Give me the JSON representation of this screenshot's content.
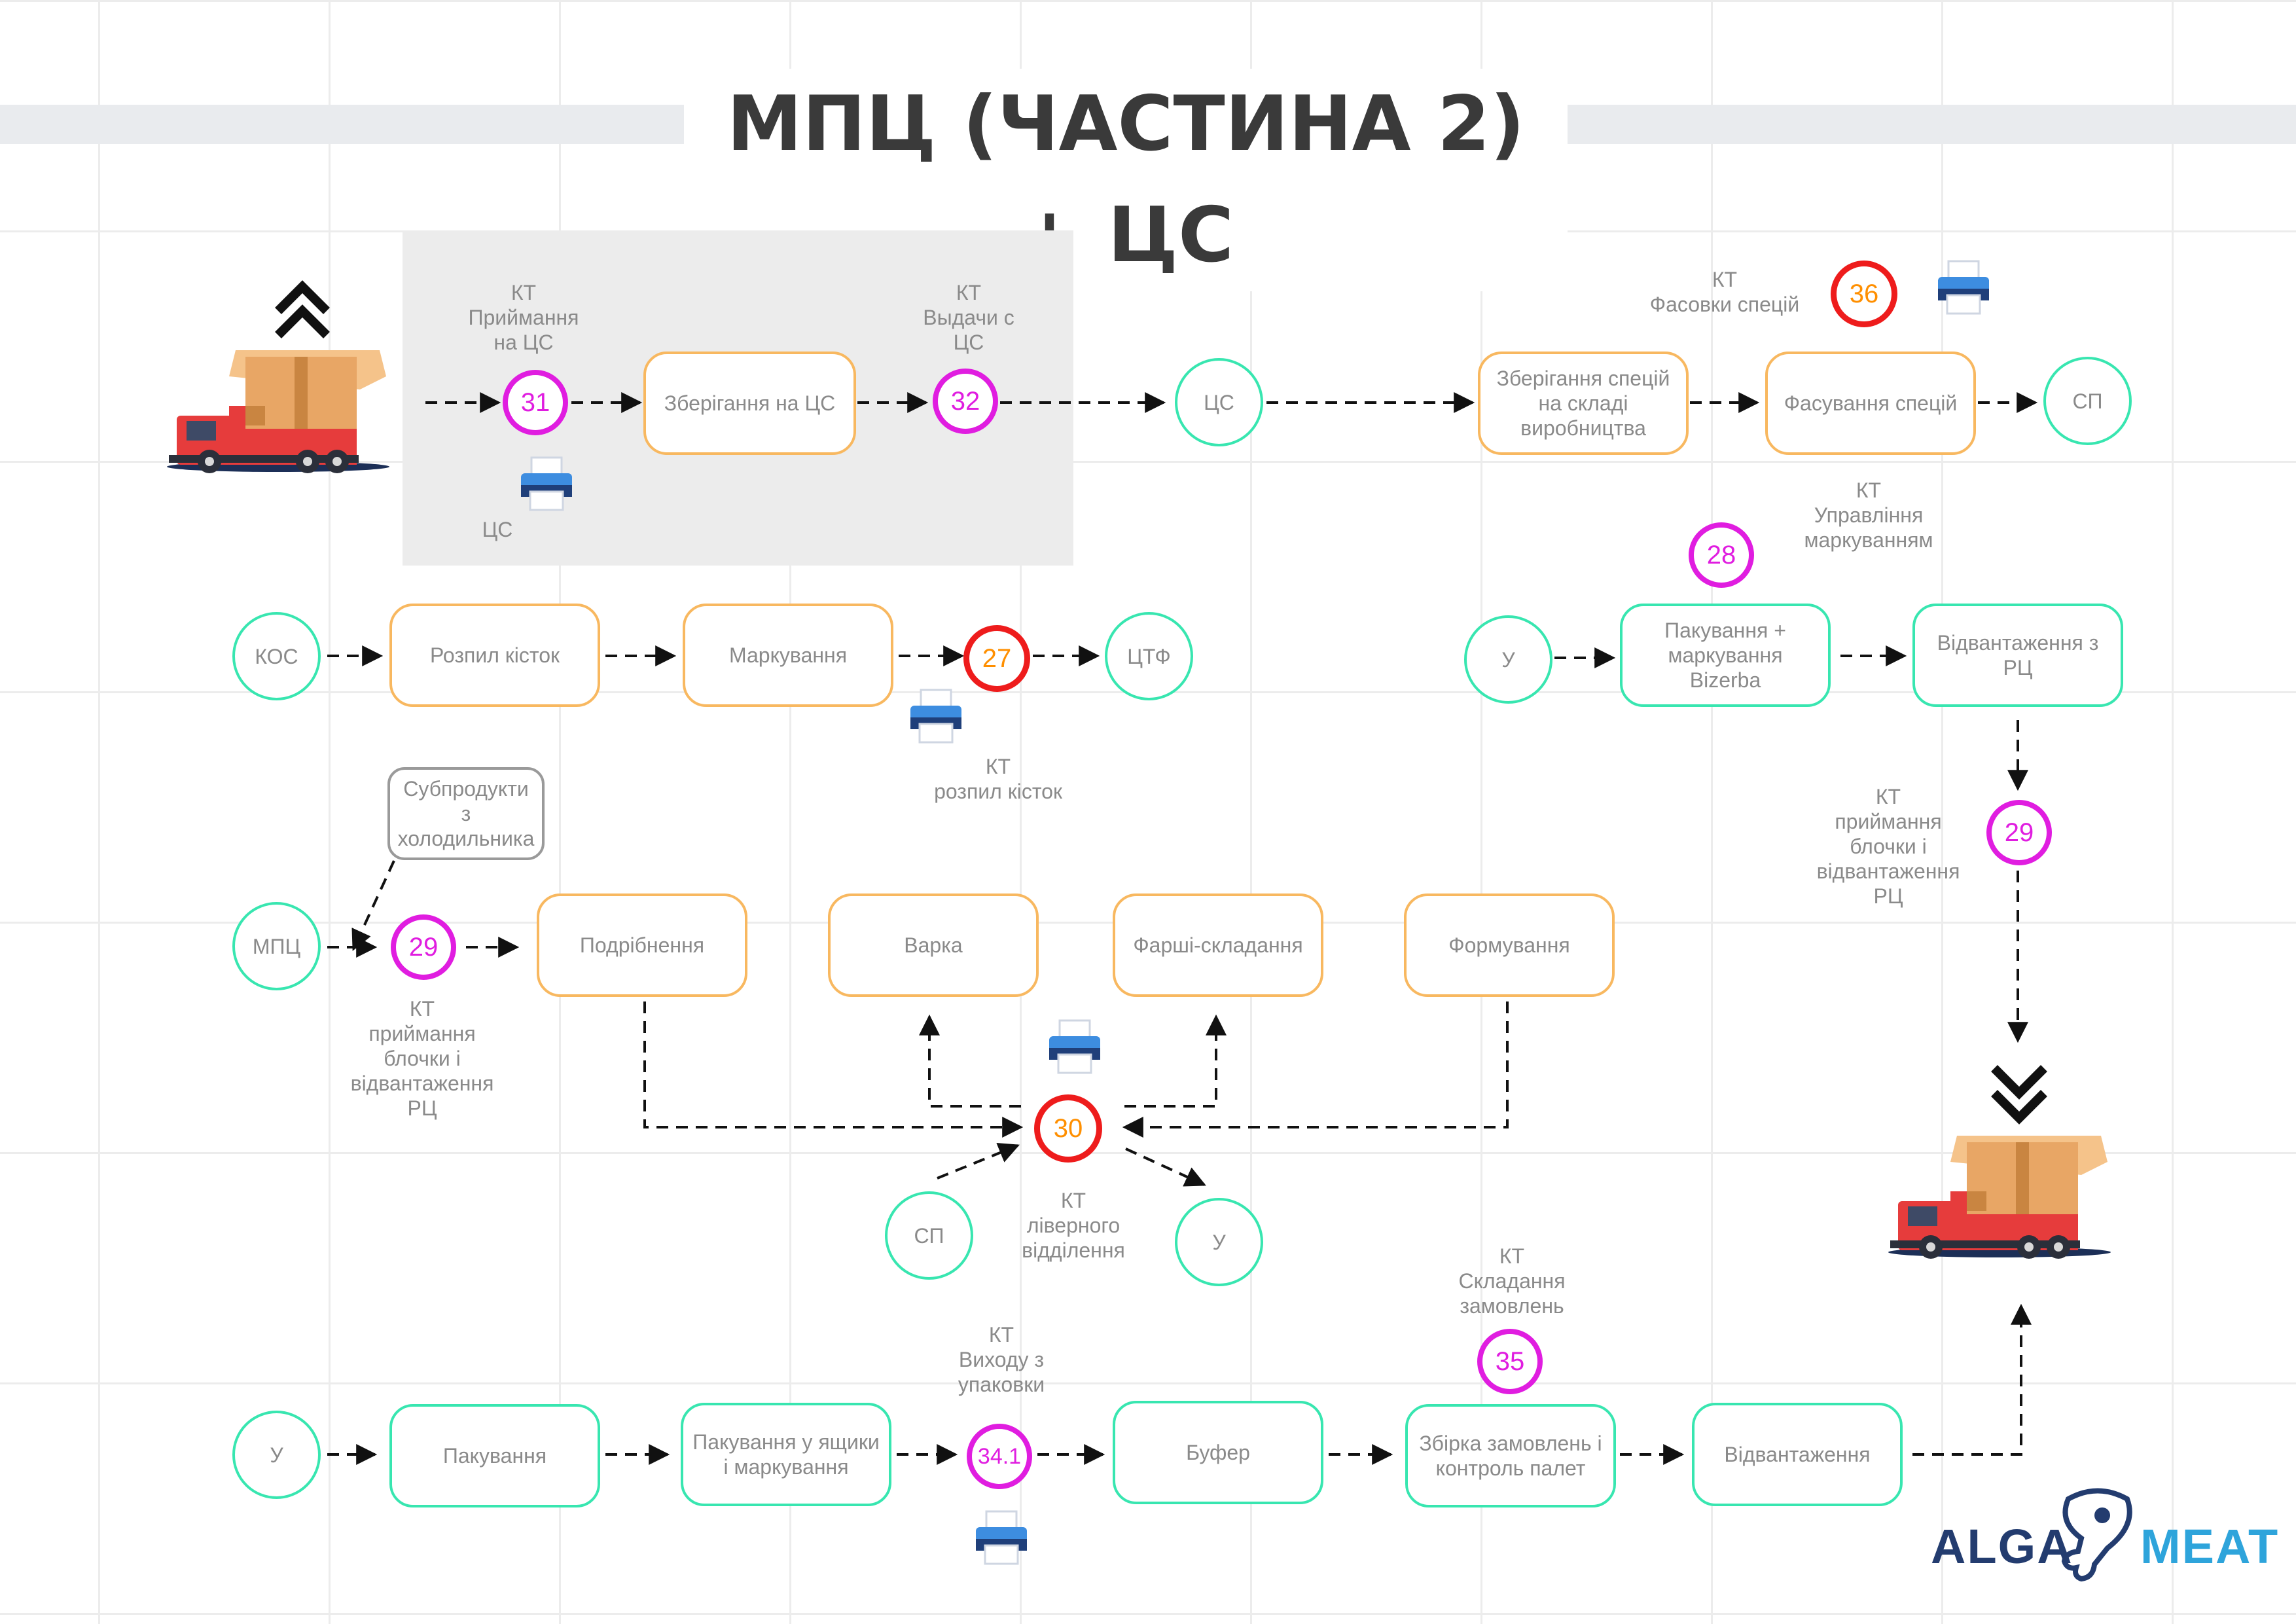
{
  "title": "МПЦ (ЧАСТИНА 2) + ЦС",
  "brand": {
    "part1": "ALGA",
    "part2": "MEAT"
  },
  "colors": {
    "accent_pink": "#e01de0",
    "accent_red": "#ee1c1c",
    "orange_box": "#f8b860",
    "green_box": "#38e6b0",
    "grey_box": "#9a9a9a",
    "text": "#8a8a8a",
    "title": "#3a3a3a"
  },
  "nodes": {
    "zberigannia_cs": "Зберігання на ЦС",
    "cs": "ЦС",
    "zberigannia_spetsii": "Зберігання спецій на складі виробництва",
    "fasuvannia_spetsii": "Фасування спецій",
    "sp_top": "СП",
    "kos": "КОС",
    "rozpyl_kistok": "Розпил кісток",
    "markuvannia": "Маркування",
    "ctf": "ЦТФ",
    "u_row2": "У",
    "pakuvannia_bizerba": "Пакування + маркування Bizerba",
    "vidvantazhennia_rc": "Відвантаження з РЦ",
    "subprodukty": "Субпродукти з холодильника",
    "mpc": "МПЦ",
    "podribnennia": "Подрібнення",
    "varka": "Варка",
    "farshi": "Фарші-складання",
    "formuvannia": "Формування",
    "sp_mid": "СП",
    "u_mid": "У",
    "u_bottom": "У",
    "pakuvannia": "Пакування",
    "pakuvannia_yashchyky": "Пакування у ящики і маркування",
    "bufer": "Буфер",
    "zbirka": "Збірка замовлень і контроль палет",
    "vidvantazhennia": "Відвантаження"
  },
  "checkpoints": {
    "cp31": "31",
    "cp32": "32",
    "cp36": "36",
    "cp28": "28",
    "cp27": "27",
    "cp29_right": "29",
    "cp29_left": "29",
    "cp30": "30",
    "cp35": "35",
    "cp341": "34.1"
  },
  "labels": {
    "kt_pryimannia_cs": [
      "КТ",
      "Приймання",
      "на ЦС"
    ],
    "cs_printer": "ЦС",
    "kt_vydachi_cs": [
      "КТ",
      "Выдачи с",
      "ЦС"
    ],
    "kt_fasovky": [
      "КТ",
      "Фасовки спецій"
    ],
    "kt_upravlinnia": [
      "КТ",
      "Управління",
      "маркуванням"
    ],
    "kt_rozpyl": [
      "КТ",
      "розпил кісток"
    ],
    "kt_pryimannia_rc_right": [
      "КТ",
      "приймання",
      "блочки і",
      "відвантаження",
      "РЦ"
    ],
    "kt_pryimannia_rc_left": [
      "КТ",
      "приймання",
      "блочки  і",
      "відвантаження",
      "РЦ"
    ],
    "kt_livernogo": [
      "КТ",
      "ліверного",
      "відділення"
    ],
    "kt_skladannia": [
      "КТ",
      "Складання",
      "замовлень"
    ],
    "kt_vykhodu": [
      "КТ",
      "Виходу з",
      "упаковки"
    ]
  }
}
